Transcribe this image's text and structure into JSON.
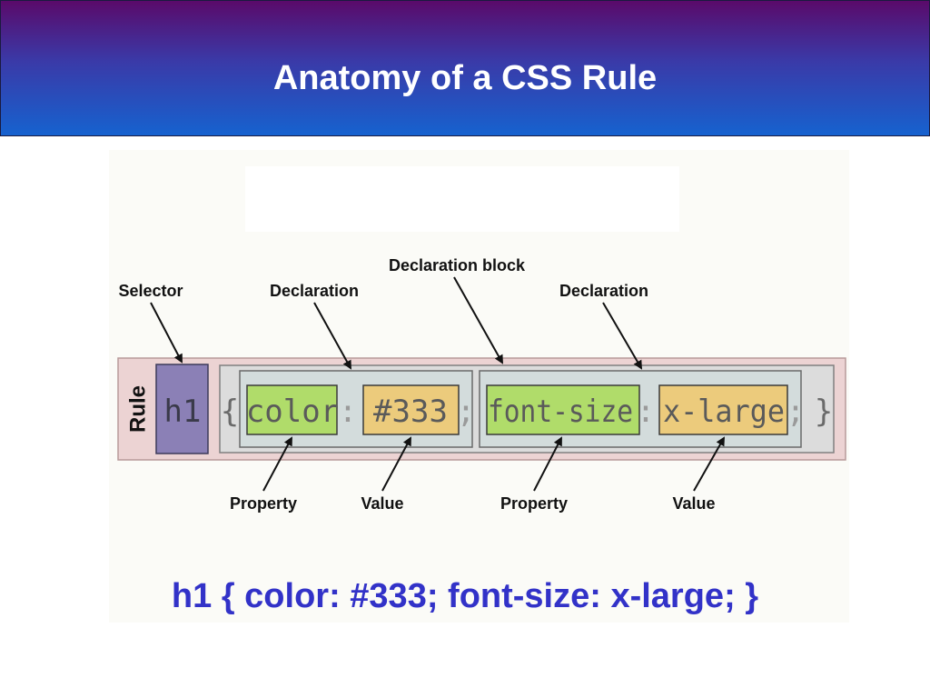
{
  "slide": {
    "title": "Anatomy of a CSS Rule",
    "code_line": "h1 { color: #333; font-size: x-large; }"
  },
  "diagram": {
    "labels": {
      "selector": "Selector",
      "declaration_1": "Declaration",
      "declaration_block": "Declaration block",
      "declaration_2": "Declaration",
      "property_1": "Property",
      "value_1": "Value",
      "property_2": "Property",
      "value_2": "Value",
      "rule": "Rule"
    },
    "code": {
      "selector": "h1",
      "open_brace": "{",
      "property_1": "color",
      "colon_1": ":",
      "value_1": "#333",
      "semicolon_1": ";",
      "property_2": "font-size",
      "colon_2": ":",
      "value_2": "x-large",
      "semicolon_2": ";",
      "close_brace": "}"
    },
    "colors": {
      "rule_box": "#ecd3d3",
      "selector_box": "#8b80b6",
      "block_box": "#dcdcdc",
      "declaration_box": "#d3dcdc",
      "property_box": "#b0dc6a",
      "value_box": "#eccb7c",
      "code_text": "#5a5a5a",
      "punctuation_text": "#9a9a9a"
    }
  }
}
